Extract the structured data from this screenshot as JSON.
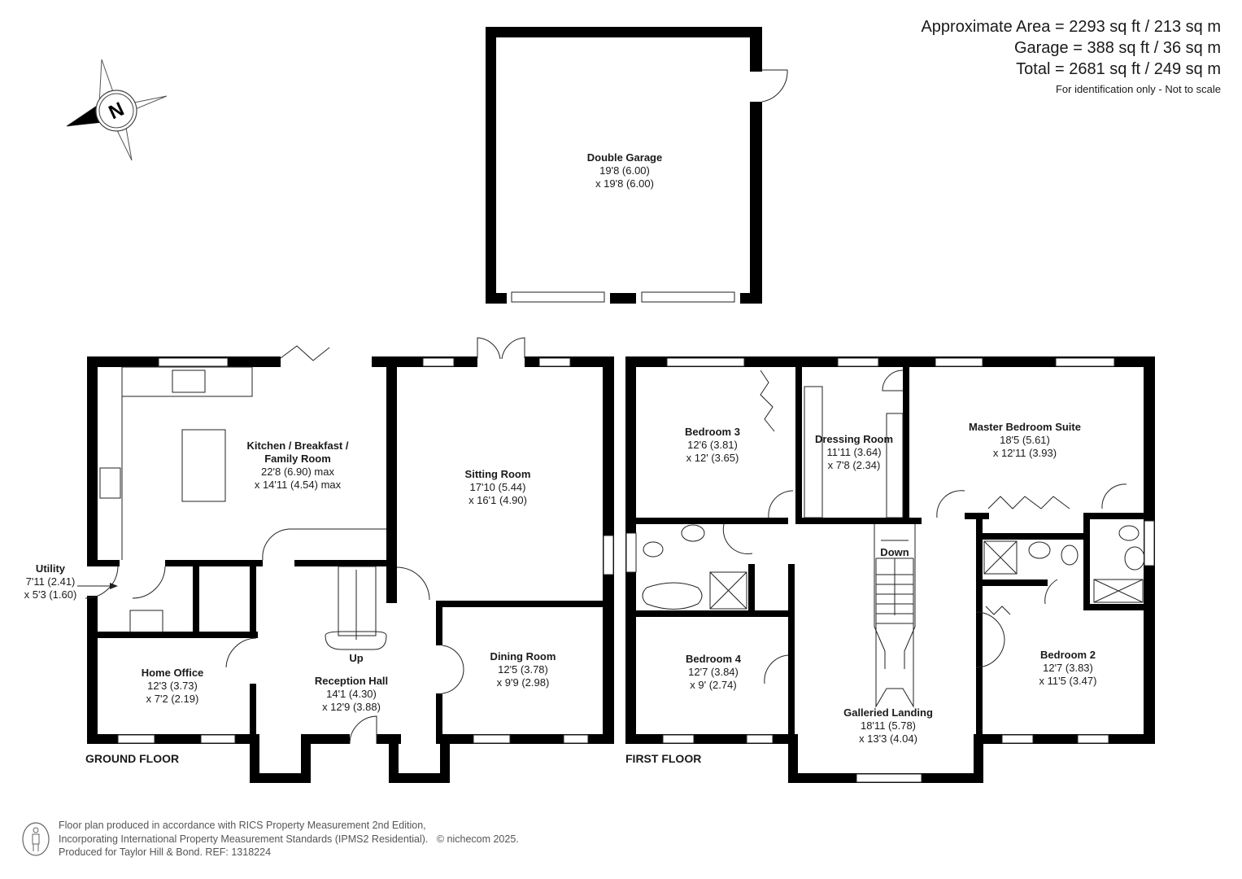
{
  "summary": {
    "approx_area": "Approximate Area = 2293 sq ft / 213 sq m",
    "garage_area": "Garage = 388 sq ft / 36 sq m",
    "total_area": "Total = 2681 sq ft / 249 sq m",
    "disclaimer": "For identification only - Not to scale"
  },
  "compass": {
    "icon": "north-arrow-icon",
    "label": "N"
  },
  "floors": {
    "ground": {
      "title": "GROUND FLOOR"
    },
    "first": {
      "title": "FIRST FLOOR"
    }
  },
  "rooms": {
    "garage": {
      "name": "Double Garage",
      "dim1": "19'8 (6.00)",
      "dim2": "x 19'8 (6.00)"
    },
    "kitchen": {
      "name1": "Kitchen / Breakfast /",
      "name2": "Family Room",
      "dim1": "22'8 (6.90) max",
      "dim2": "x 14'11 (4.54) max"
    },
    "sitting": {
      "name": "Sitting Room",
      "dim1": "17'10 (5.44)",
      "dim2": "x 16'1 (4.90)"
    },
    "utility": {
      "name": "Utility",
      "dim1": "7'11 (2.41)",
      "dim2": "x 5'3 (1.60)"
    },
    "office": {
      "name": "Home Office",
      "dim1": "12'3 (3.73)",
      "dim2": "x 7'2 (2.19)"
    },
    "reception": {
      "name": "Reception Hall",
      "dim1": "14'1 (4.30)",
      "dim2": "x 12'9 (3.88)"
    },
    "dining": {
      "name": "Dining Room",
      "dim1": "12'5 (3.78)",
      "dim2": "x 9'9 (2.98)"
    },
    "bedroom3": {
      "name": "Bedroom 3",
      "dim1": "12'6 (3.81)",
      "dim2": "x 12' (3.65)"
    },
    "dressing": {
      "name": "Dressing Room",
      "dim1": "11'11 (3.64)",
      "dim2": "x 7'8 (2.34)"
    },
    "master": {
      "name": "Master Bedroom Suite",
      "dim1": "18'5 (5.61)",
      "dim2": "x 12'11 (3.93)"
    },
    "bedroom4": {
      "name": "Bedroom 4",
      "dim1": "12'7 (3.84)",
      "dim2": "x 9' (2.74)"
    },
    "bedroom2": {
      "name": "Bedroom 2",
      "dim1": "12'7 (3.83)",
      "dim2": "x 11'5 (3.47)"
    },
    "landing": {
      "name": "Galleried Landing",
      "dim1": "18'11 (5.78)",
      "dim2": "x 13'3 (4.04)"
    }
  },
  "stairs": {
    "up": "Up",
    "down": "Down"
  },
  "footer": {
    "line1": "Floor plan produced in accordance with RICS Property Measurement 2nd Edition,",
    "line2": "Incorporating International Property Measurement Standards (IPMS2 Residential).",
    "copyright": "© nichecom 2025.",
    "line3": "Produced for Taylor Hill & Bond.   REF: 1318224",
    "icon": "person-measurement-icon"
  }
}
